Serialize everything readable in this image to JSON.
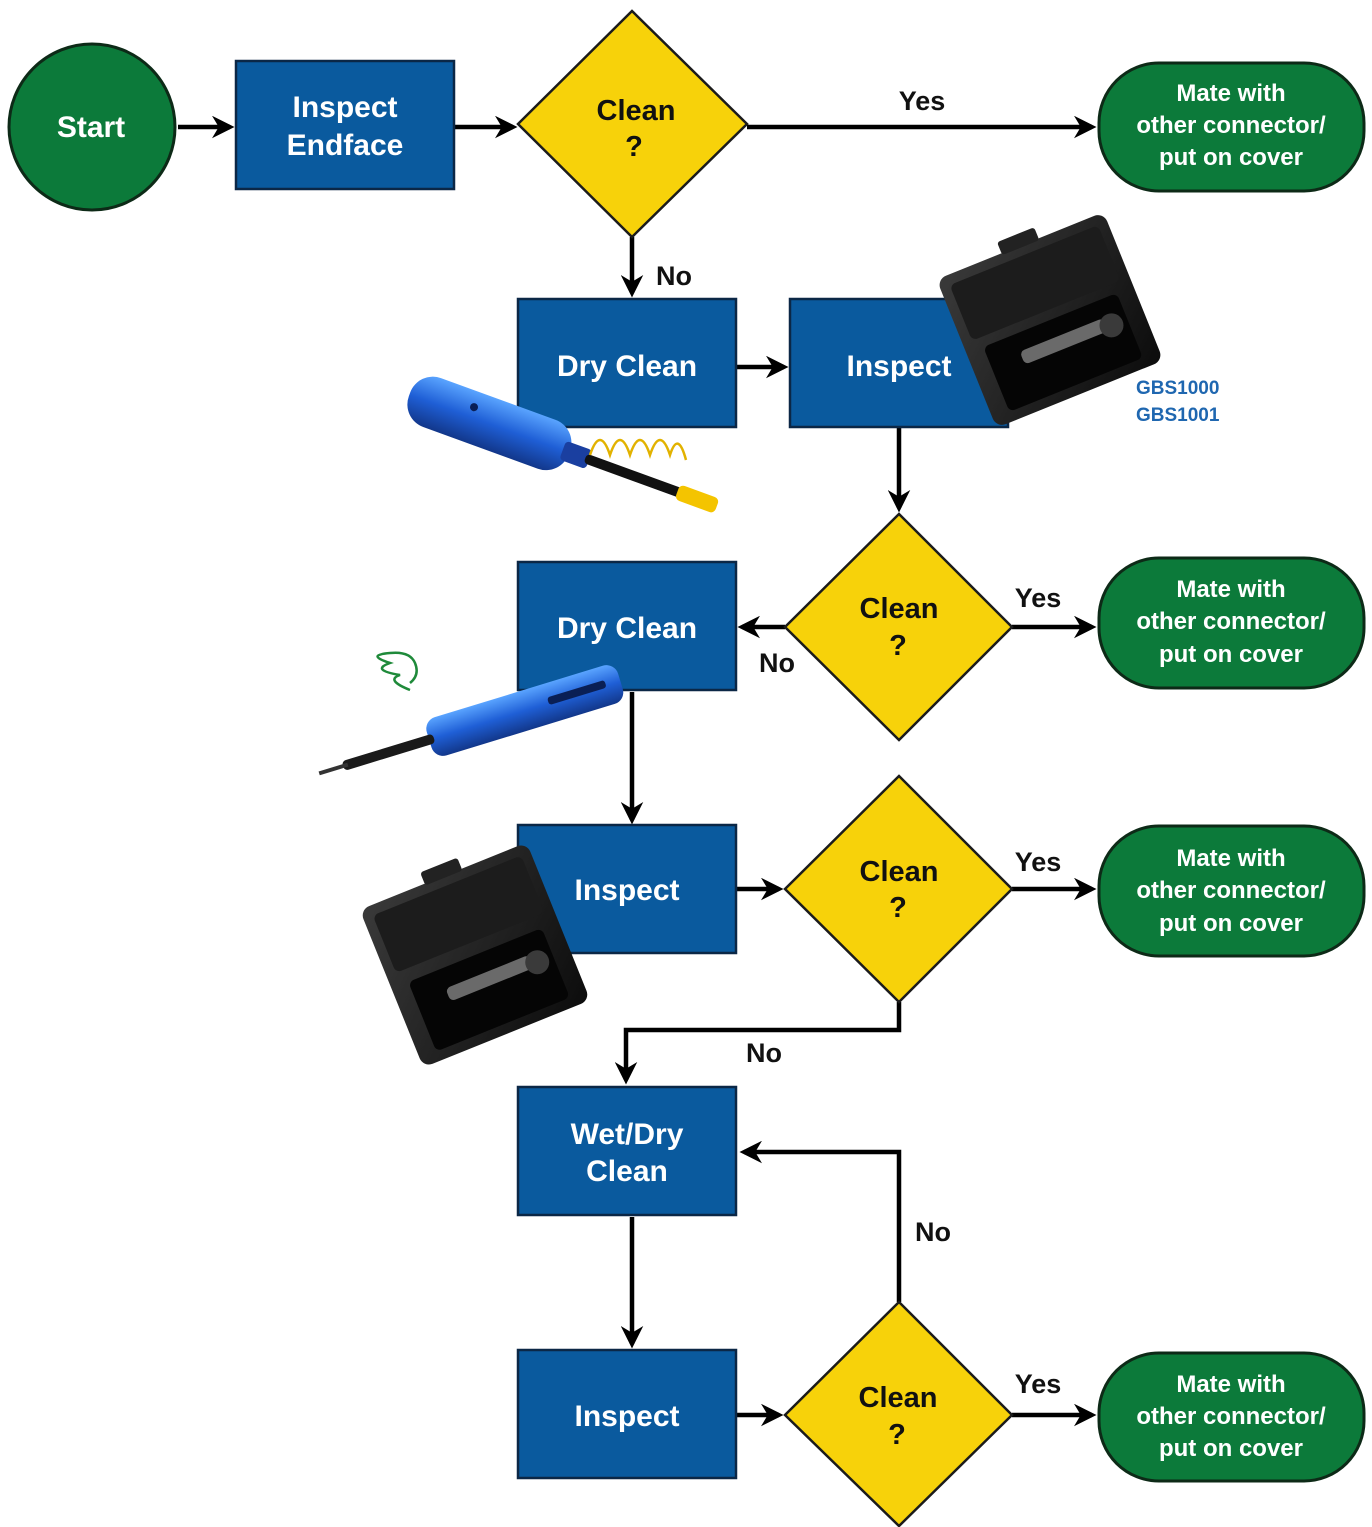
{
  "start": "Start",
  "inspect_endface": [
    "Inspect",
    "Endface"
  ],
  "decision": [
    "Clean",
    "?"
  ],
  "dry_clean": "Dry Clean",
  "inspect": "Inspect",
  "wet_dry_clean": [
    "Wet/Dry",
    "Clean"
  ],
  "mate": [
    "Mate with",
    "other connector/",
    "put on cover"
  ],
  "yes": "Yes",
  "no": "No",
  "models": [
    "GBS1000",
    "GBS1001"
  ],
  "colors": {
    "process": "#0a5a9e",
    "decision": "#f7d20a",
    "terminal": "#0c7a3a",
    "model_text": "#1f67b0"
  },
  "images": [
    "blue-cleaner-pen",
    "inspection-scope-case",
    "blue-cleaner-pen-green-loop",
    "inspection-scope-case"
  ]
}
